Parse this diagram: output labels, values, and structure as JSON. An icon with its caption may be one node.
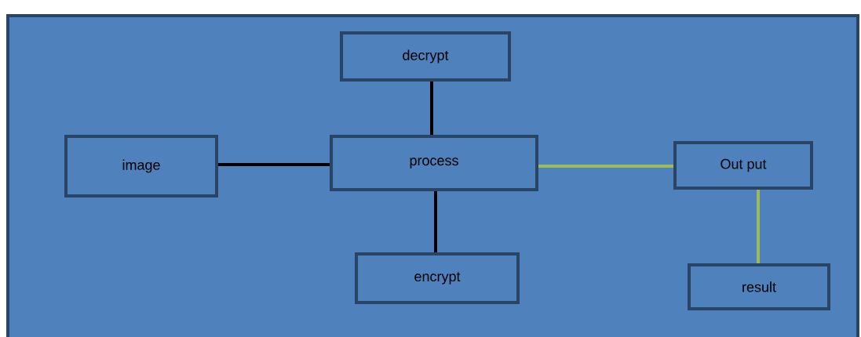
{
  "diagram": {
    "nodes": [
      {
        "text": [
          "image"
        ]
      },
      {
        "text": [
          "process"
        ]
      },
      {
        "text": [
          "decrypt"
        ]
      },
      {
        "text": [
          "encrypt"
        ]
      },
      {
        "text": [
          "Out put"
        ]
      },
      {
        "text": [
          "result"
        ]
      }
    ],
    "edges": [
      {
        "from": 0,
        "to": 1,
        "arrow": "none"
      },
      {
        "from": 1,
        "to": 2,
        "arrow": "none"
      },
      {
        "from": 1,
        "to": 3,
        "arrow": "none"
      },
      {
        "from": 1,
        "to": 4,
        "arrow": "none",
        "color": "#9bbb59"
      },
      {
        "from": 4,
        "to": 5,
        "arrow": "none",
        "color": "#9bbb59"
      }
    ]
  }
}
